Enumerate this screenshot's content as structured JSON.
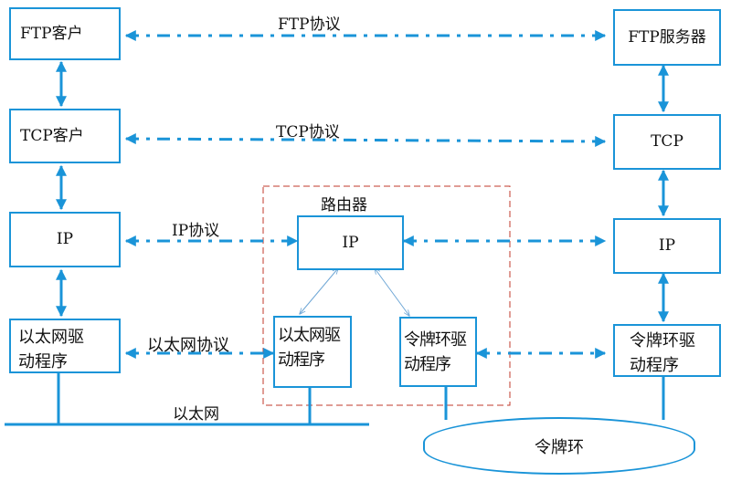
{
  "boxes": {
    "ftp_client": "FTP客户",
    "tcp_client": "TCP客户",
    "ip_left": "IP",
    "eth_driver_left": "以太网驱\n动程序",
    "router_ip": "IP",
    "router_eth_driver": "以太网驱\n动程序",
    "router_token_driver": "令牌环驱\n动程序",
    "ftp_server": "FTP服务器",
    "tcp_right": "TCP",
    "ip_right": "IP",
    "token_driver_right": "令牌环驱\n动程序"
  },
  "labels": {
    "ftp_protocol": "FTP协议",
    "tcp_protocol": "TCP协议",
    "ip_protocol": "IP协议",
    "eth_protocol": "以太网协议",
    "router": "路由器",
    "ethernet": "以太网"
  },
  "token_ring": "令牌环",
  "colors": {
    "accent": "#1a94d8",
    "router_border": "#c0392b",
    "thin_link": "#6fa7d6"
  }
}
